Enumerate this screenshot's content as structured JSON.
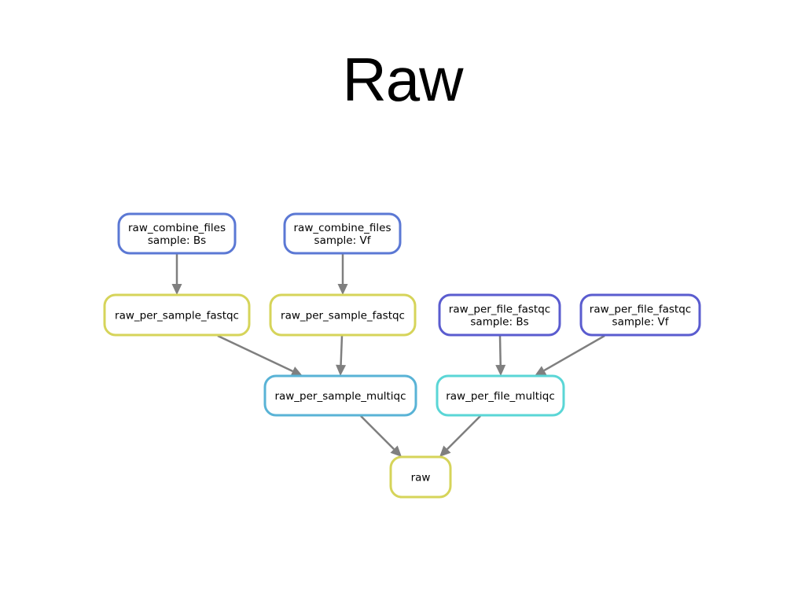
{
  "title": "Raw",
  "nodes": [
    {
      "id": "n1",
      "lines": [
        "raw_combine_files",
        "sample: Bs"
      ],
      "color": "#5b78d4"
    },
    {
      "id": "n2",
      "lines": [
        "raw_combine_files",
        "sample: Vf"
      ],
      "color": "#5b78d4"
    },
    {
      "id": "n3",
      "lines": [
        "raw_per_sample_fastqc"
      ],
      "color": "#d6d45a"
    },
    {
      "id": "n4",
      "lines": [
        "raw_per_sample_fastqc"
      ],
      "color": "#d6d45a"
    },
    {
      "id": "n5",
      "lines": [
        "raw_per_file_fastqc",
        "sample: Bs"
      ],
      "color": "#5a5ccf"
    },
    {
      "id": "n6",
      "lines": [
        "raw_per_file_fastqc",
        "sample: Vf"
      ],
      "color": "#5a5ccf"
    },
    {
      "id": "n7",
      "lines": [
        "raw_per_sample_multiqc"
      ],
      "color": "#59b3d6"
    },
    {
      "id": "n8",
      "lines": [
        "raw_per_file_multiqc"
      ],
      "color": "#5ad6d6"
    },
    {
      "id": "n9",
      "lines": [
        "raw"
      ],
      "color": "#d6d45a"
    }
  ],
  "edges": [
    {
      "from": "n1",
      "to": "n3"
    },
    {
      "from": "n2",
      "to": "n4"
    },
    {
      "from": "n3",
      "to": "n7"
    },
    {
      "from": "n4",
      "to": "n7"
    },
    {
      "from": "n5",
      "to": "n8"
    },
    {
      "from": "n6",
      "to": "n8"
    },
    {
      "from": "n7",
      "to": "n9"
    },
    {
      "from": "n8",
      "to": "n9"
    }
  ]
}
